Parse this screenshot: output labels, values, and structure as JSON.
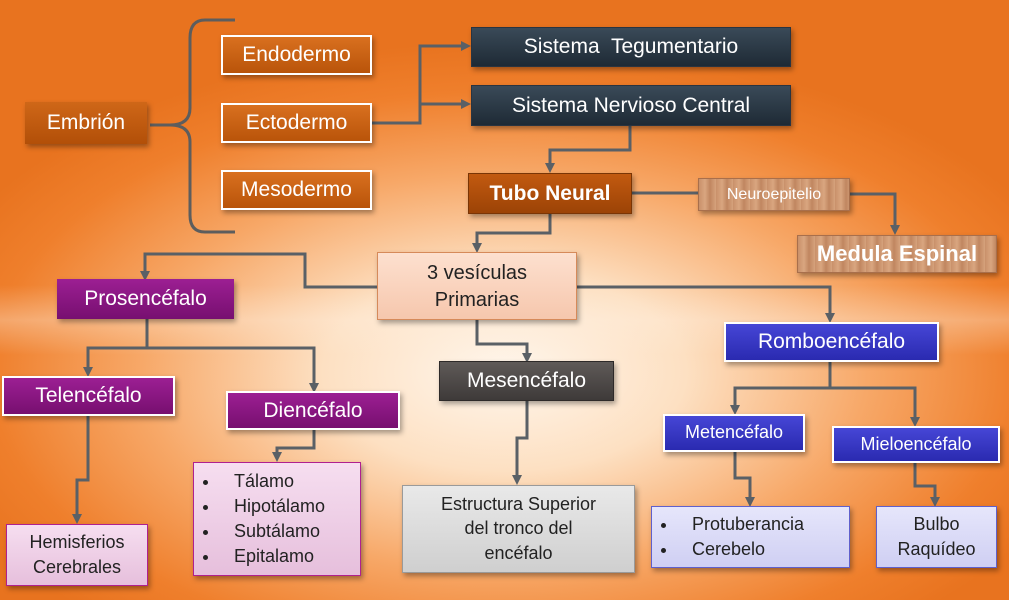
{
  "root": {
    "label": "Embrión"
  },
  "layers": [
    {
      "label": "Endodermo"
    },
    {
      "label": "Ectodermo"
    },
    {
      "label": "Mesodermo"
    }
  ],
  "systems": {
    "tegumentario": "Sistema  Tegumentario",
    "nervioso": "Sistema Nervioso Central"
  },
  "tubo_neural": "Tubo Neural",
  "neuroepitelio": "Neuroepitelio",
  "medula": "Medula Espinal",
  "vesiculas": {
    "line1": "3 vesículas",
    "line2": "Primarias"
  },
  "prosencefalo": {
    "label": "Prosencéfalo",
    "telencefalo": {
      "label": "Telencéfalo",
      "detail": {
        "line1": "Hemisferios",
        "line2": "Cerebrales"
      }
    },
    "diencefalo": {
      "label": "Diencéfalo",
      "items": [
        "Tálamo",
        "Hipotálamo",
        "Subtálamo",
        "Epitalamo"
      ]
    }
  },
  "mesencefalo": {
    "label": "Mesencéfalo",
    "detail": {
      "line1": "Estructura Superior",
      "line2": "del tronco del",
      "line3": "encéfalo"
    }
  },
  "romboencefalo": {
    "label": "Romboencéfalo",
    "metencefalo": {
      "label": "Metencéfalo",
      "items": [
        "Protuberancia",
        "Cerebelo"
      ]
    },
    "mieloencefalo": {
      "label": "Mieloencéfalo",
      "detail": {
        "line1": "Bulbo",
        "line2": "Raquídeo"
      }
    }
  },
  "colors": {
    "background": "#ef7f2c",
    "orange": "#c0580d",
    "purple": "#8a188a",
    "blue": "#3636c4",
    "connector": "#5a6066"
  }
}
